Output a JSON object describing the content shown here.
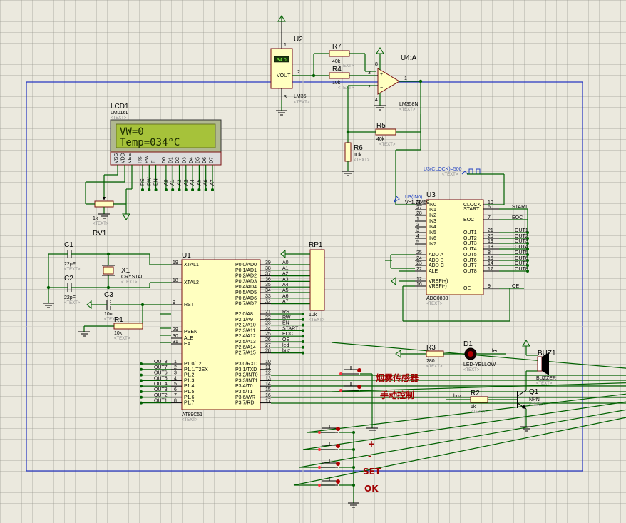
{
  "components": {
    "u2": {
      "ref": "U2",
      "part": "LM35",
      "pin_vout": "VOUT",
      "pin1": "1",
      "pin2": "2",
      "pin3": "3",
      "display": "34.0"
    },
    "r7": {
      "ref": "R7",
      "value": "40k"
    },
    "r4": {
      "ref": "R4",
      "value": "10k"
    },
    "r5": {
      "ref": "R5",
      "value": "40k"
    },
    "r6": {
      "ref": "R6",
      "value": "10k"
    },
    "u4": {
      "ref": "U4:A",
      "part": "LM358N",
      "pin8": "8",
      "pin3": "3",
      "pin2": "2",
      "pin1": "1",
      "pin4": "4"
    },
    "lcd": {
      "ref": "LCD1",
      "part": "LM016L",
      "line1": "VW=0",
      "line2": "Temp=034°C"
    },
    "rv1": {
      "ref": "RV1",
      "value": "1k"
    },
    "c1": {
      "ref": "C1",
      "value": "22pF"
    },
    "c2": {
      "ref": "C2",
      "value": "22pF"
    },
    "c3": {
      "ref": "C3",
      "value": "10u"
    },
    "x1": {
      "ref": "X1",
      "part": "CRYSTAL"
    },
    "r1": {
      "ref": "R1",
      "value": "10k"
    },
    "u1": {
      "ref": "U1",
      "part": "AT89C51"
    },
    "rp1": {
      "ref": "RP1",
      "value": "10k"
    },
    "u3": {
      "ref": "U3",
      "part": "ADC0808",
      "clock": "U3(CLOCK)=500",
      "in0": "U3(IN0)",
      "in0_v": "V=1.71459"
    },
    "r3": {
      "ref": "R3",
      "value": "280"
    },
    "d1": {
      "ref": "D1",
      "part": "LED-YELLOW",
      "net": "led"
    },
    "buz": {
      "ref": "BUZ1",
      "part": "BUZZER"
    },
    "r2": {
      "ref": "R2",
      "value": "1k",
      "net": "buz"
    },
    "q1": {
      "ref": "Q1",
      "part": "NPN"
    },
    "text_placeholder": "<TEXT>"
  },
  "lcd_pins": [
    "VSS",
    "VDD",
    "VEE",
    "RS",
    "RW",
    "E",
    "D0",
    "D1",
    "D2",
    "D3",
    "D4",
    "D5",
    "D6",
    "D7"
  ],
  "lcd_nets": [
    "RS",
    "RW",
    "EN",
    "A0",
    "A1",
    "A2",
    "A3",
    "A4",
    "A5",
    "A6",
    "A7"
  ],
  "u1_left": [
    {
      "n": "19",
      "name": "XTAL1"
    },
    {
      "n": "18",
      "name": "XTAL2"
    },
    {
      "n": "9",
      "name": "RST"
    },
    {
      "n": "29",
      "name": "PSEN"
    },
    {
      "n": "30",
      "name": "ALE"
    },
    {
      "n": "31",
      "name": "EA"
    }
  ],
  "u1_p1": [
    {
      "n": "1",
      "name": "P1.0/T2",
      "net": "OUT8"
    },
    {
      "n": "2",
      "name": "P1.1/T2EX",
      "net": "OUT7"
    },
    {
      "n": "3",
      "name": "P1.2",
      "net": "OUT6"
    },
    {
      "n": "4",
      "name": "P1.3",
      "net": "OUT5"
    },
    {
      "n": "5",
      "name": "P1.4",
      "net": "OUT4"
    },
    {
      "n": "6",
      "name": "P1.5",
      "net": "OUT3"
    },
    {
      "n": "7",
      "name": "P1.6",
      "net": "OUT2"
    },
    {
      "n": "8",
      "name": "P1.7",
      "net": "OUT1"
    }
  ],
  "u1_p0": [
    {
      "n": "39",
      "name": "P0.0/AD0",
      "net": "A0"
    },
    {
      "n": "38",
      "name": "P0.1/AD1",
      "net": "A1"
    },
    {
      "n": "37",
      "name": "P0.2/AD2",
      "net": "A2"
    },
    {
      "n": "36",
      "name": "P0.3/AD3",
      "net": "A3"
    },
    {
      "n": "35",
      "name": "P0.4/AD4",
      "net": "A4"
    },
    {
      "n": "34",
      "name": "P0.5/AD5",
      "net": "A5"
    },
    {
      "n": "33",
      "name": "P0.6/AD6",
      "net": "A6"
    },
    {
      "n": "32",
      "name": "P0.7/AD7",
      "net": "A7"
    }
  ],
  "u1_p2": [
    {
      "n": "21",
      "name": "P2.0/A8",
      "net": "RS"
    },
    {
      "n": "22",
      "name": "P2.1/A9",
      "net": "RW"
    },
    {
      "n": "23",
      "name": "P2.2/A10",
      "net": "EN"
    },
    {
      "n": "24",
      "name": "P2.3/A11",
      "net": "START"
    },
    {
      "n": "25",
      "name": "P2.4/A12",
      "net": "EOC"
    },
    {
      "n": "26",
      "name": "P2.5/A13",
      "net": "OE"
    },
    {
      "n": "27",
      "name": "P2.6/A14",
      "net": "led"
    },
    {
      "n": "28",
      "name": "P2.7/A15",
      "net": "buz"
    }
  ],
  "u1_p3": [
    {
      "n": "10",
      "name": "P3.0/RXD"
    },
    {
      "n": "11",
      "name": "P3.1/TXD"
    },
    {
      "n": "12",
      "name": "P3.2/INT0"
    },
    {
      "n": "13",
      "name": "P3.3/INT1"
    },
    {
      "n": "14",
      "name": "P3.4/T0"
    },
    {
      "n": "15",
      "name": "P3.5/T1"
    },
    {
      "n": "16",
      "name": "P3.6/WR"
    },
    {
      "n": "17",
      "name": "P3.7/RD"
    }
  ],
  "u3_left": [
    {
      "n": "26",
      "name": "IN0"
    },
    {
      "n": "27",
      "name": "IN1"
    },
    {
      "n": "28",
      "name": "IN2"
    },
    {
      "n": "1",
      "name": "IN3"
    },
    {
      "n": "2",
      "name": "IN4"
    },
    {
      "n": "3",
      "name": "IN5"
    },
    {
      "n": "4",
      "name": "IN6"
    },
    {
      "n": "5",
      "name": "IN7"
    },
    {
      "n": "25",
      "name": "ADD A"
    },
    {
      "n": "24",
      "name": "ADD B"
    },
    {
      "n": "23",
      "name": "ADD C"
    },
    {
      "n": "22",
      "name": "ALE"
    },
    {
      "n": "12",
      "name": "VREF(+)"
    },
    {
      "n": "16",
      "name": "VREF(-)"
    }
  ],
  "u3_right": [
    {
      "n": "10",
      "name": "CLOCK",
      "net": ""
    },
    {
      "n": "6",
      "name": "START",
      "net": "START"
    },
    {
      "n": "7",
      "name": "EOC",
      "net": "EOC"
    },
    {
      "n": "21",
      "name": "OUT1",
      "net": "OUT1"
    },
    {
      "n": "20",
      "name": "OUT2",
      "net": "OUT2"
    },
    {
      "n": "19",
      "name": "OUT3",
      "net": "OUT3"
    },
    {
      "n": "18",
      "name": "OUT4",
      "net": "OUT4"
    },
    {
      "n": "8",
      "name": "OUT5",
      "net": "OUT5"
    },
    {
      "n": "15",
      "name": "OUT6",
      "net": "OUT6"
    },
    {
      "n": "14",
      "name": "OUT7",
      "net": "OUT7"
    },
    {
      "n": "17",
      "name": "OUT8",
      "net": "OUT8"
    },
    {
      "n": "9",
      "name": "OE",
      "net": "OE"
    }
  ],
  "labels": {
    "smoke": "烟雾传感器",
    "manual": "手动控制",
    "plus": "+",
    "minus": "-",
    "set": "SET",
    "ok": "OK"
  }
}
